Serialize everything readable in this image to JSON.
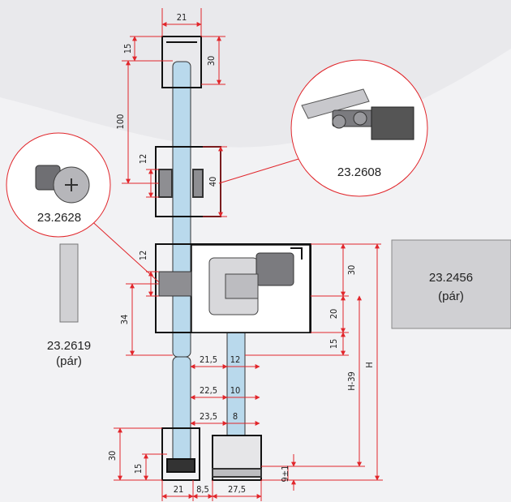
{
  "labels": {
    "part_2608": "23.2608",
    "part_2628": "23.2628",
    "part_2619": "23.2619",
    "part_2619_sub": "(pár)",
    "part_2456": "23.2456",
    "part_2456_sub": "(pár)"
  },
  "dimensions": {
    "top_width": "21",
    "top_15": "15",
    "top_30": "30",
    "dist_100": "100",
    "mid_12_a": "12",
    "mid_40": "40",
    "mid_12_b": "12",
    "left_34": "34",
    "right_30": "30",
    "right_20": "20",
    "right_15": "15",
    "h39": "H-39",
    "h": "H",
    "row1_left": "21,5",
    "row1_right": "12",
    "row2_left": "22,5",
    "row2_right": "10",
    "row3_left": "23,5",
    "row3_right": "8",
    "bottom_30": "30",
    "bottom_15": "15",
    "bottom_9": "9±1",
    "bottom_21": "21",
    "bottom_8_5": "8,5",
    "bottom_27_5": "27,5"
  },
  "colors": {
    "dimension_red": "#e1262b",
    "glass_blue": "#b9d9ec",
    "profile_gray": "#cfcfd2",
    "panel_gray": "#d0d0d3"
  }
}
